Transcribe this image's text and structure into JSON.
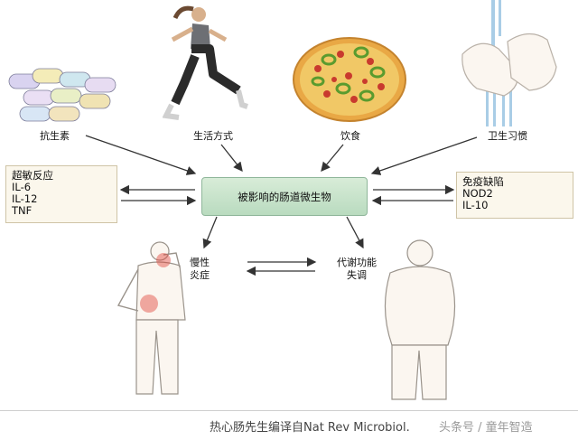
{
  "nodes": {
    "antibiotics": "抗生素",
    "lifestyle": "生活方式",
    "diet": "饮食",
    "hygiene": "卫生习惯",
    "center": "被影响的肠道微生物",
    "chronic_inflammation": [
      "慢性",
      "炎症"
    ],
    "metabolic_disorder": [
      "代谢功能",
      "失调"
    ]
  },
  "left_box": {
    "items": [
      "超敏反应",
      "IL-6",
      "IL-12",
      "TNF"
    ]
  },
  "right_box": {
    "items": [
      "免疫缺陷",
      "NOD2",
      "IL-10"
    ]
  },
  "footer": {
    "credit": "热心肠先生编译自Nat Rev Microbiol.",
    "watermark": "头条号 / 童年智造"
  },
  "colors": {
    "center_fill": "#c7e3c9",
    "box_fill": "#fbf7ec",
    "inflammation_red": "#e0443a",
    "pepper_green": "#5a9b2e"
  },
  "icons": [
    "pills-icon",
    "runner-icon",
    "pizza-icon",
    "handwash-icon",
    "pain-person-icon",
    "obese-person-icon"
  ]
}
